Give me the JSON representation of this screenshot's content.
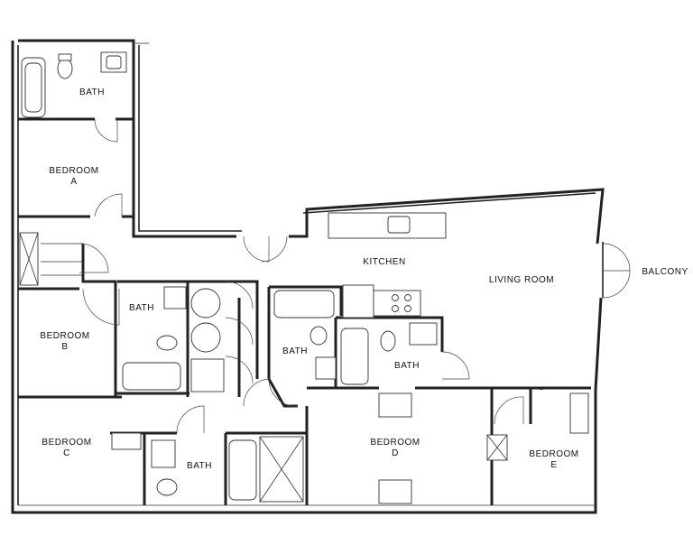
{
  "rooms": {
    "bath_a": "BATH",
    "bedroom_a": "BEDROOM\nA",
    "kitchen": "KITCHEN",
    "living_room": "LIVING ROOM",
    "balcony": "BALCONY",
    "bath_b": "BATH",
    "bedroom_b": "BEDROOM\nB",
    "bath_center": "BATH",
    "bath_right": "BATH",
    "bedroom_c": "BEDROOM\nC",
    "bath_c": "BATH",
    "bedroom_d": "BEDROOM\nD",
    "bedroom_e": "BEDROOM\nE"
  },
  "colors": {
    "wall": "#222222",
    "background": "#ffffff"
  }
}
